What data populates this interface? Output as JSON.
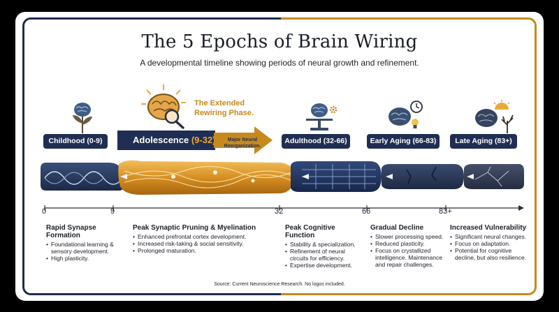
{
  "title": "The 5 Epochs of Brain Wiring",
  "subtitle": "A developmental timeline showing periods of neural growth and refinement.",
  "extended_label": [
    "The Extended",
    "Rewiring Phase."
  ],
  "adolescence_note": [
    "Major Neural",
    "Reorganization."
  ],
  "epochs": [
    {
      "name": "Childhood",
      "age": "(0-9)"
    },
    {
      "name": "Adolescence",
      "age": "(9-32)"
    },
    {
      "name": "Adulthood",
      "age": "(32-66)"
    },
    {
      "name": "Early Aging",
      "age": "(66-83)"
    },
    {
      "name": "Late Aging",
      "age": "(83+)"
    }
  ],
  "ticks": [
    "0",
    "9",
    "32",
    "66",
    "83+"
  ],
  "descriptions": [
    {
      "heading": "Rapid Synapse Formation",
      "bullets": [
        "Foundational learning & sensory development.",
        "High plasticity."
      ]
    },
    {
      "heading": "Peak Synaptic Pruning & Myelination",
      "bullets": [
        "Enhanced prefrontal cortex development.",
        "Increased risk-taking & social sensitivity.",
        "Prolonged maturation."
      ]
    },
    {
      "heading": "Peak Cognitive Function",
      "bullets": [
        "Stability & specialization.",
        "Refinement of neural circuits for efficiency.",
        "Expertise development."
      ]
    },
    {
      "heading": "Gradual Decline",
      "bullets": [
        "Slower processing speed.",
        "Reduced plasticity.",
        "Focus on crystallized intelligence. Maintenance and repair challenges."
      ]
    },
    {
      "heading": "Increased Vulnerability",
      "bullets": [
        "Significant neural changes.",
        "Focus on adaptation.",
        "Potential for cognitive decline, but also resilience."
      ]
    }
  ],
  "source": "Source: Current Neuroscience Research. No logos included.",
  "colors": {
    "navy": "#1f2e52",
    "gold": "#c7891f",
    "amber": "#e9a93a"
  }
}
